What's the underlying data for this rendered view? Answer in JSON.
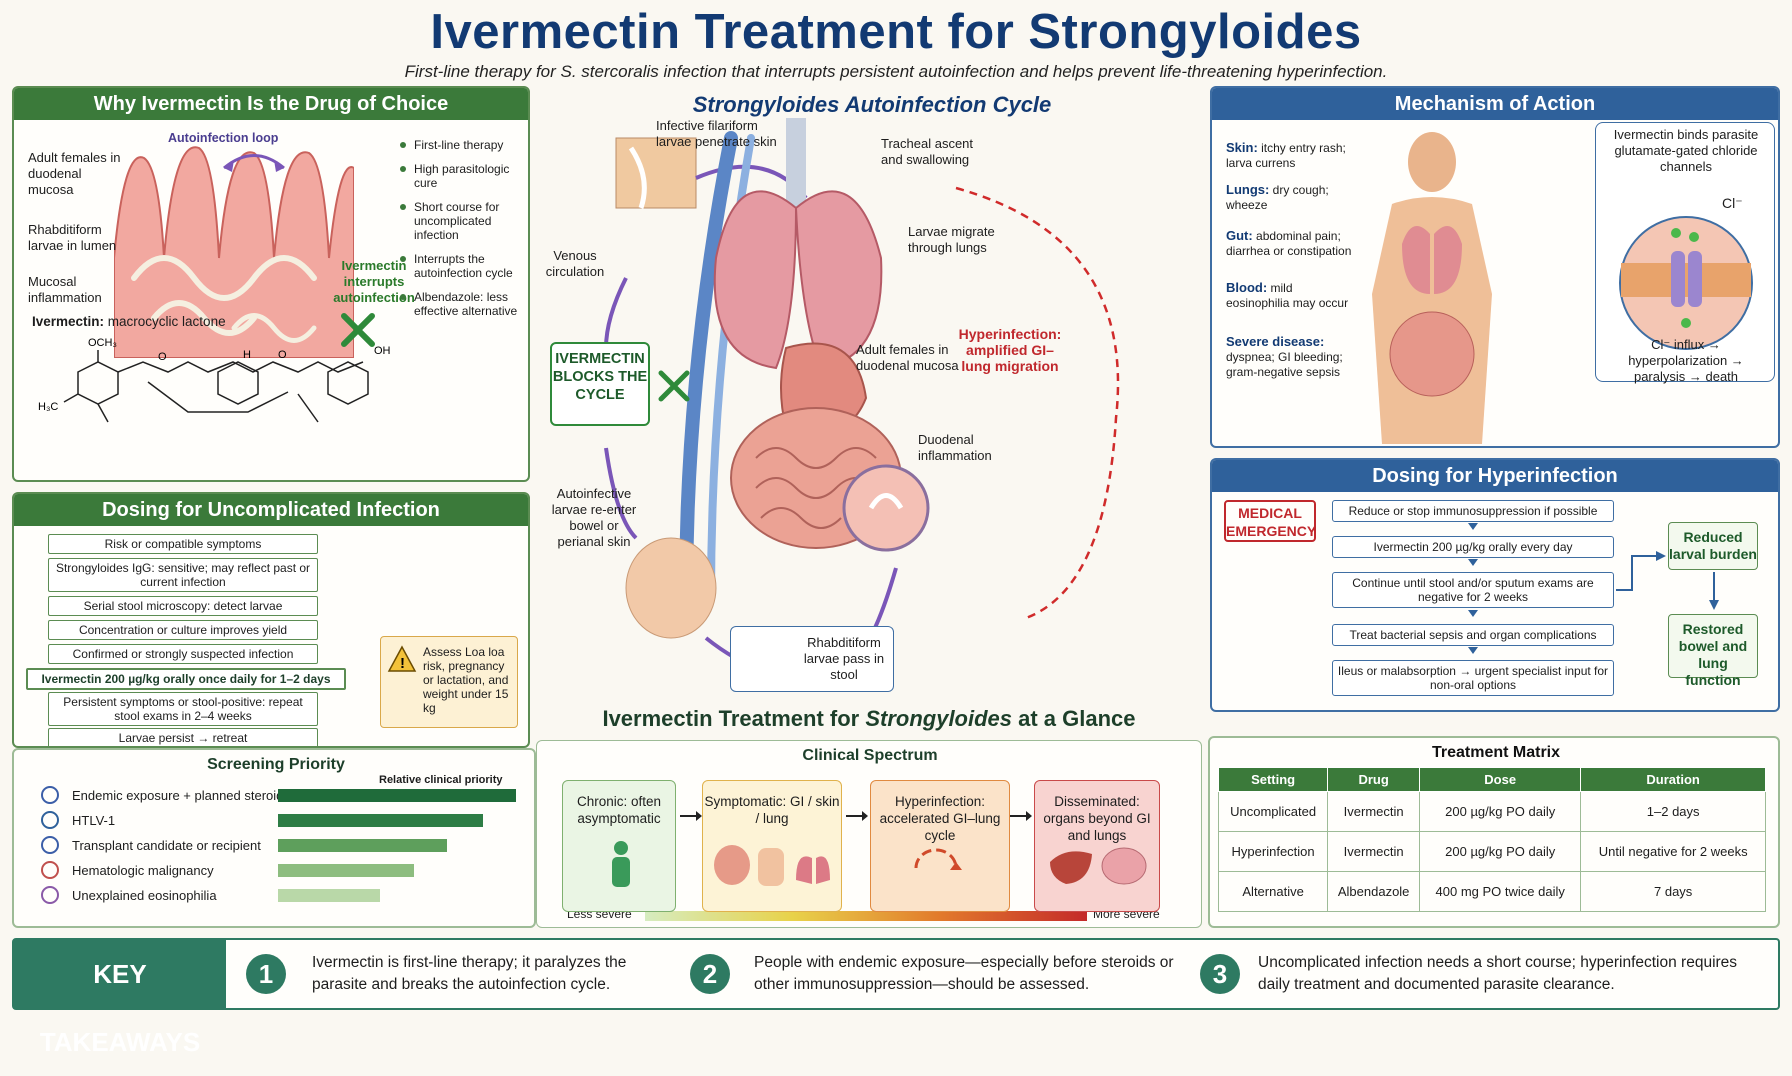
{
  "header": {
    "title": "Ivermectin Treatment for Strongyloides",
    "subtitle": "First-line therapy for S. stercoralis infection that interrupts persistent autoinfection and helps prevent life-threatening hyperinfection."
  },
  "drug_choice": {
    "title": "Why Ivermectin Is the Drug of Choice",
    "loop_label": "Autoinfection loop",
    "labels": [
      "Adult females in duodenal mucosa",
      "Rhabditiform larvae in lumen",
      "Mucosal inflammation"
    ],
    "interrupt_label": "Ivermectin interrupts autoinfection",
    "bullets": [
      "First-line therapy",
      "High parasitologic cure",
      "Short course for uncomplicated infection",
      "Interrupts the autoinfection cycle",
      "Albendazole: less effective alternative"
    ],
    "molecule_prefix": "Ivermectin:",
    "molecule_text": "macrocyclic lactone",
    "chem": {
      "och3": "OCH₃",
      "h3c": "H₃C",
      "oh": "OH",
      "o": "O",
      "h": "H"
    }
  },
  "cycle": {
    "title": "Strongyloides Autoinfection Cycle",
    "labels": {
      "skin": "Infective filariform larvae penetrate skin",
      "tracheal": "Tracheal ascent and swallowing",
      "lungs": "Larvae migrate through lungs",
      "venous": "Venous circulation",
      "hyper": "Hyperinfection: amplified GI–lung migration",
      "adults": "Adult females in duodenal mucosa",
      "duodenal": "Duodenal inflammation",
      "reenter": "Autoinfective larvae re-enter bowel or perianal skin",
      "stool": "Rhabditiform larvae pass in stool"
    },
    "blocks": "IVERMECTIN BLOCKS THE CYCLE"
  },
  "mechanism": {
    "title": "Mechanism of Action",
    "symptoms": [
      {
        "k": "Skin:",
        "v": "itchy entry rash; larva currens"
      },
      {
        "k": "Lungs:",
        "v": "dry cough; wheeze"
      },
      {
        "k": "Gut:",
        "v": "abdominal pain; diarrhea or constipation"
      },
      {
        "k": "Blood:",
        "v": "mild eosinophilia may occur"
      },
      {
        "k": "Severe disease:",
        "v": "dyspnea; GI bleeding; gram-negative sepsis"
      }
    ],
    "binds": "Ivermectin binds parasite glutamate-gated chloride channels",
    "cl": "Cl⁻",
    "influx": "Cl⁻ influx → hyperpolarization → paralysis → death"
  },
  "uncomplicated": {
    "title": "Dosing for Uncomplicated Infection",
    "steps": [
      "Risk or compatible symptoms",
      "Strongyloides IgG: sensitive; may reflect past or current infection",
      "Serial stool microscopy: detect larvae",
      "Concentration or culture improves yield",
      "Confirmed or strongly suspected infection",
      "Ivermectin 200 µg/kg orally once daily for 1–2 days",
      "Persistent symptoms or stool-positive: repeat stool exams in 2–4 weeks",
      "Larvae persist → retreat"
    ],
    "warning": "Assess Loa loa risk, pregnancy or lactation, and weight under 15 kg"
  },
  "hyperinfection": {
    "title": "Dosing for Hyperinfection",
    "emergency": "MEDICAL EMERGENCY",
    "steps": [
      "Reduce or stop immunosuppression if possible",
      "Ivermectin 200 µg/kg orally every day",
      "Continue until stool and/or sputum exams are negative for 2 weeks",
      "Treat bacterial sepsis and organ complications",
      "Ileus or malabsorption → urgent specialist input for non-oral options"
    ],
    "outcomes": [
      "Reduced larval burden",
      "Restored bowel and lung function"
    ]
  },
  "screening": {
    "title": "Screening Priority",
    "axis": "Relative clinical priority",
    "items": [
      {
        "label": "Endemic exposure + planned steroids",
        "value": 1.0
      },
      {
        "label": "HTLV-1",
        "value": 0.86
      },
      {
        "label": "Transplant candidate or recipient",
        "value": 0.71
      },
      {
        "label": "Hematologic malignancy",
        "value": 0.57
      },
      {
        "label": "Unexplained eosinophilia",
        "value": 0.43
      }
    ],
    "colors": [
      "#1f6b3a",
      "#2e7d45",
      "#5e9f5c",
      "#8dbd7f",
      "#b9d8a8"
    ]
  },
  "glance": {
    "title_a": "Ivermectin Treatment for ",
    "title_b": "Strongyloides",
    "title_c": " at a Glance",
    "spectrum_title": "Clinical Spectrum",
    "stages": [
      "Chronic: often asymptomatic",
      "Symptomatic: GI / skin / lung",
      "Hyperinfection: accelerated GI–lung cycle",
      "Disseminated: organs beyond GI and lungs"
    ],
    "less": "Less severe",
    "more": "More severe"
  },
  "matrix": {
    "title": "Treatment Matrix",
    "headers": [
      "Setting",
      "Drug",
      "Dose",
      "Duration"
    ],
    "rows": [
      [
        "Uncomplicated",
        "Ivermectin",
        "200 µg/kg PO daily",
        "1–2 days"
      ],
      [
        "Hyperinfection",
        "Ivermectin",
        "200 µg/kg PO daily",
        "Until negative for 2 weeks"
      ],
      [
        "Alternative",
        "Albendazole",
        "400 mg PO twice daily",
        "7 days"
      ]
    ]
  },
  "takeaways": {
    "title": "KEY TAKEAWAYS",
    "nums": [
      "1",
      "2",
      "3"
    ],
    "items": [
      "Ivermectin is first-line therapy; it paralyzes the parasite and breaks the autoinfection cycle.",
      "People with endemic exposure—especially before steroids or other immunosuppression—should be assessed.",
      "Uncomplicated infection needs a short course; hyperinfection requires daily treatment and documented parasite clearance."
    ]
  }
}
